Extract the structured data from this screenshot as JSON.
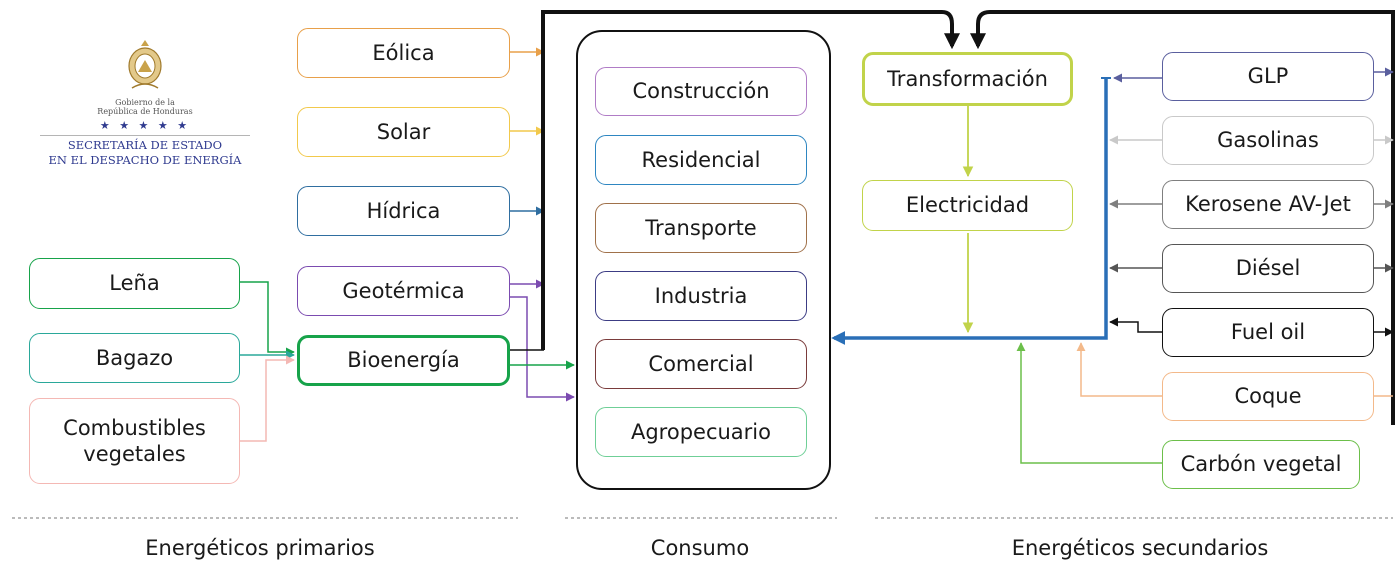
{
  "logo": {
    "gov_line1": "Gobierno de la",
    "gov_line2": "República de Honduras",
    "stars": "★ ★ ★ ★ ★",
    "sec_line1": "SECRETARÍA DE ESTADO",
    "sec_line2": "EN EL DESPACHO DE ENERGÍA"
  },
  "primary": {
    "eolica": "Eólica",
    "solar": "Solar",
    "hidrica": "Hídrica",
    "geotermica": "Geotérmica",
    "bioenergia": "Bioenergía",
    "lena": "Leña",
    "bagazo": "Bagazo",
    "combustibles": "Combustibles\nvegetales"
  },
  "consumo": {
    "items": [
      "Construcción",
      "Residencial",
      "Transporte",
      "Industria",
      "Comercial",
      "Agropecuario"
    ]
  },
  "transform": {
    "transformacion": "Transformación",
    "electricidad": "Electricidad"
  },
  "secondary": {
    "items": [
      "GLP",
      "Gasolinas",
      "Kerosene AV-Jet",
      "Diésel",
      "Fuel oil",
      "Coque",
      "Carbón vegetal"
    ]
  },
  "sections": {
    "primarios": "Energéticos primarios",
    "consumo": "Consumo",
    "secundarios": "Energéticos secundarios"
  },
  "colors": {
    "eolica": "#e8a04a",
    "solar": "#f2c94c",
    "hidrica": "#2f6ea0",
    "geotermica": "#7b4bb0",
    "bioenergia": "#17a34a",
    "lena": "#17a34a",
    "bagazo": "#2aa89a",
    "combustibles": "#f4b8b4",
    "construccion": "#b07cc6",
    "residencial": "#2e86c1",
    "transporte": "#a0714a",
    "industria": "#3c3c84",
    "comercial": "#7a3b3b",
    "agropecuario": "#6fcf97",
    "transformacion": "#c1d34a",
    "electricidad": "#c1d34a",
    "flow_blue": "#2a6fb7",
    "glp": "#5a5f9e",
    "gasolinas": "#c9c9c9",
    "kerosene": "#7f7f7f",
    "diesel": "#555555",
    "fuel_oil": "#111111",
    "coque": "#f3b98a",
    "carbon": "#6cbf4a"
  }
}
